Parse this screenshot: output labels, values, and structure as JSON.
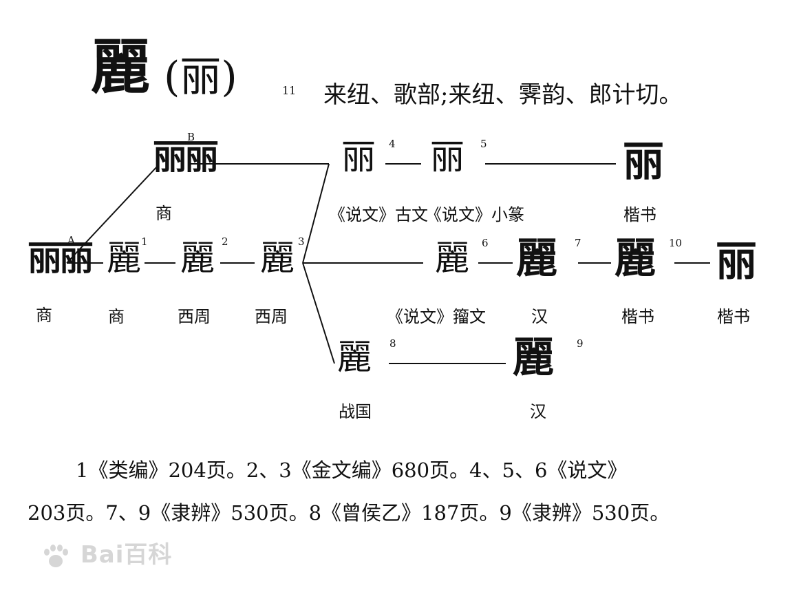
{
  "header": {
    "char": "麗",
    "simplified": "(丽)",
    "code": "11",
    "pronunciation": "来纽、歌部;来纽、霁韵、郎计切。"
  },
  "nodes": {
    "A": {
      "glyph": "丽丽",
      "marker": "A",
      "label": "商"
    },
    "B": {
      "glyph": "丽丽",
      "marker": "B",
      "label": "商"
    },
    "n1": {
      "glyph": "麗",
      "marker": "1",
      "label": "商"
    },
    "n2": {
      "glyph": "麗",
      "marker": "2",
      "label": "西周"
    },
    "n3": {
      "glyph": "麗",
      "marker": "3",
      "label": "西周"
    },
    "n4": {
      "glyph": "丽",
      "marker": "4",
      "label": "《说文》古文"
    },
    "n5": {
      "glyph": "丽",
      "marker": "5",
      "label": "《说文》小篆"
    },
    "k1": {
      "glyph": "丽",
      "label": "楷书"
    },
    "n6": {
      "glyph": "麗",
      "marker": "6",
      "label": "《说文》籀文"
    },
    "n7": {
      "glyph": "麗",
      "marker": "7",
      "label": "汉"
    },
    "n10": {
      "glyph": "麗",
      "marker": "10",
      "label": "楷书"
    },
    "k2": {
      "glyph": "丽",
      "label": "楷书"
    },
    "n8": {
      "glyph": "麗",
      "marker": "8",
      "label": "战国"
    },
    "n9": {
      "glyph": "麗",
      "marker": "9",
      "label": "汉"
    }
  },
  "notes": {
    "line1": "1《类编》204页。2、3《金文编》680页。4、5、6《说文》",
    "line2": "203页。7、9《隶辨》530页。8《曾侯乙》187页。9《隶辨》530页。"
  },
  "watermark": "Bai百科"
}
